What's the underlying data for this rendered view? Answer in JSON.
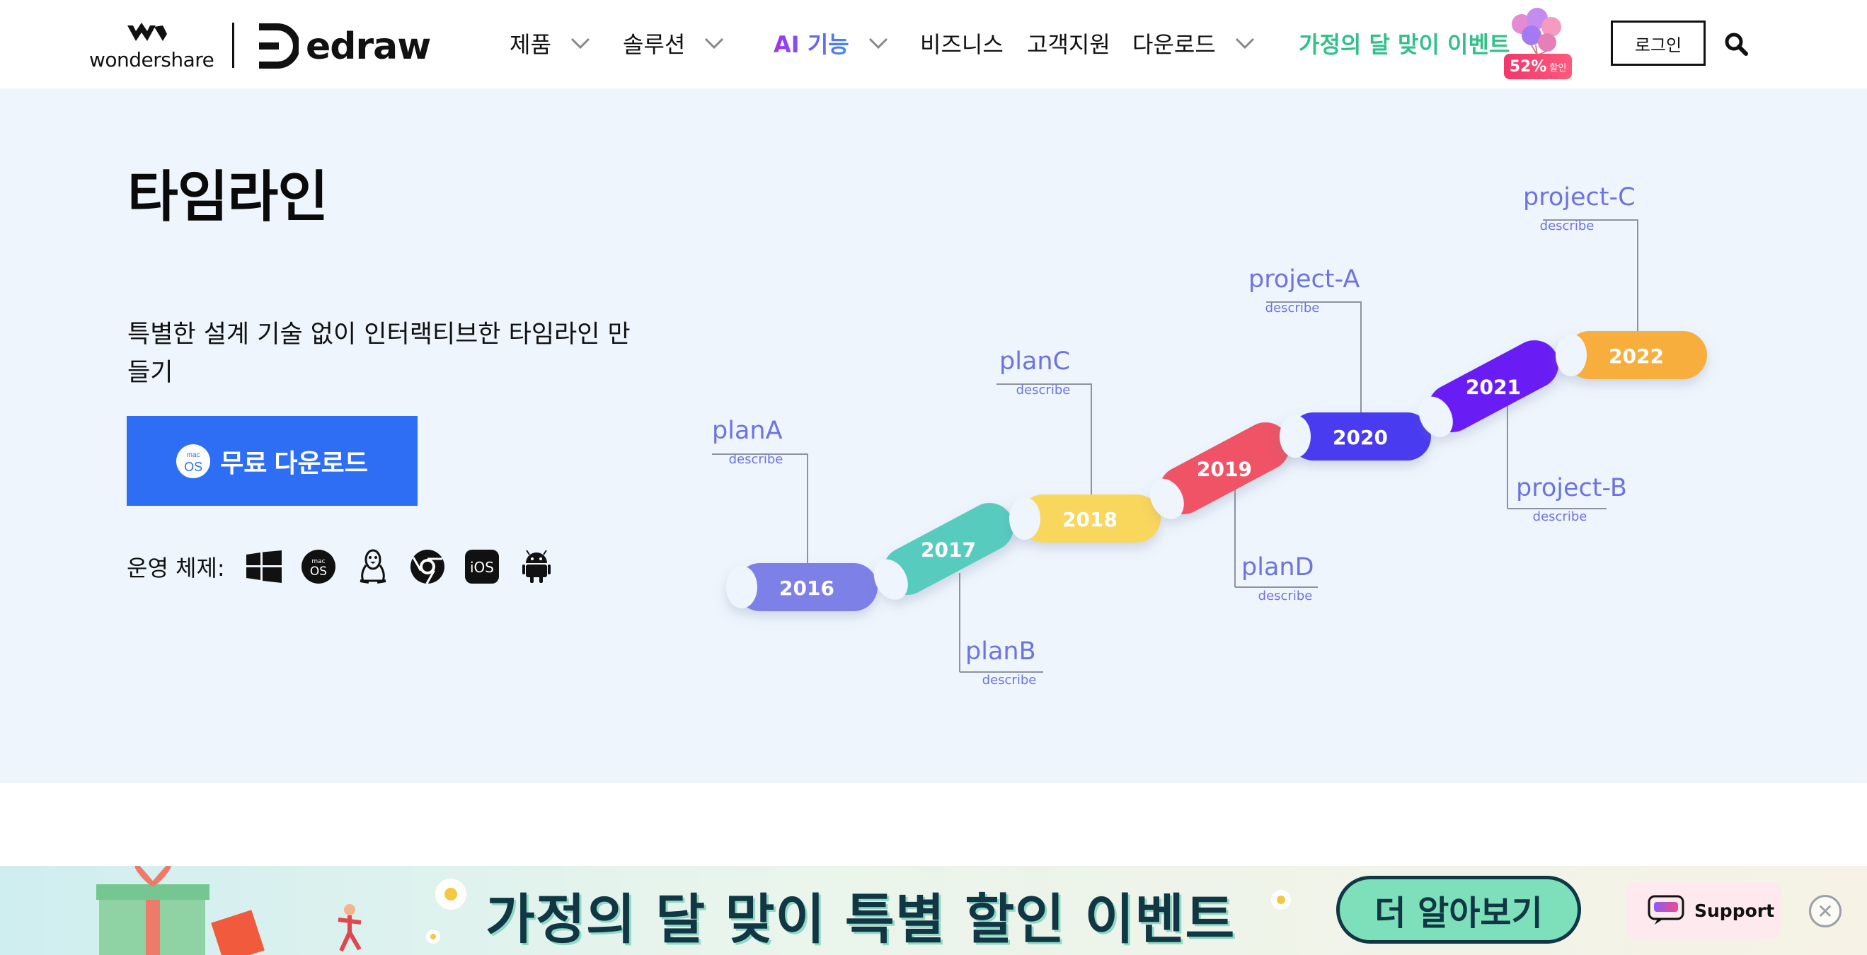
{
  "header": {
    "brand_wondershare": "wondershare",
    "brand_edraw": "edraw",
    "nav": {
      "products": "제품",
      "solutions": "솔루션",
      "ai_prefix": "AI",
      "ai_suffix": " 기능",
      "business": "비즈니스",
      "support": "고객지원",
      "download": "다운로드",
      "event": "가정의 달 맞이 이벤트"
    },
    "promo_discount": "52%",
    "promo_discount_suffix": "할인",
    "login_label": "로그인"
  },
  "hero": {
    "title": "타임라인",
    "subtitle": "특별한 설계 기술 없이 인터랙티브한 타임라인 만들기",
    "download_button": "무료 다운로드",
    "download_icon_top": "mac",
    "download_icon_bottom": "OS",
    "os_label": "운영 체제:",
    "os_icons": [
      "windows-icon",
      "macos-icon",
      "linux-icon",
      "chrome-icon",
      "ios-icon",
      "android-icon"
    ]
  },
  "timeline": {
    "years": [
      "2016",
      "2017",
      "2018",
      "2019",
      "2020",
      "2021",
      "2022"
    ],
    "year_colors": [
      "#7d80e6",
      "#58cbbf",
      "#f9d65c",
      "#ef5265",
      "#4a3af0",
      "#6a1ef5",
      "#f7ae3d"
    ],
    "labels": [
      "planA",
      "planB",
      "planC",
      "planD",
      "project-A",
      "project-B",
      "project-C"
    ],
    "sublabel": "describe",
    "label_color": "#6e74df"
  },
  "banner": {
    "title": "가정의 달 맞이 특별 할인 이벤트",
    "cta": "더 알아보기",
    "support": "Support"
  }
}
